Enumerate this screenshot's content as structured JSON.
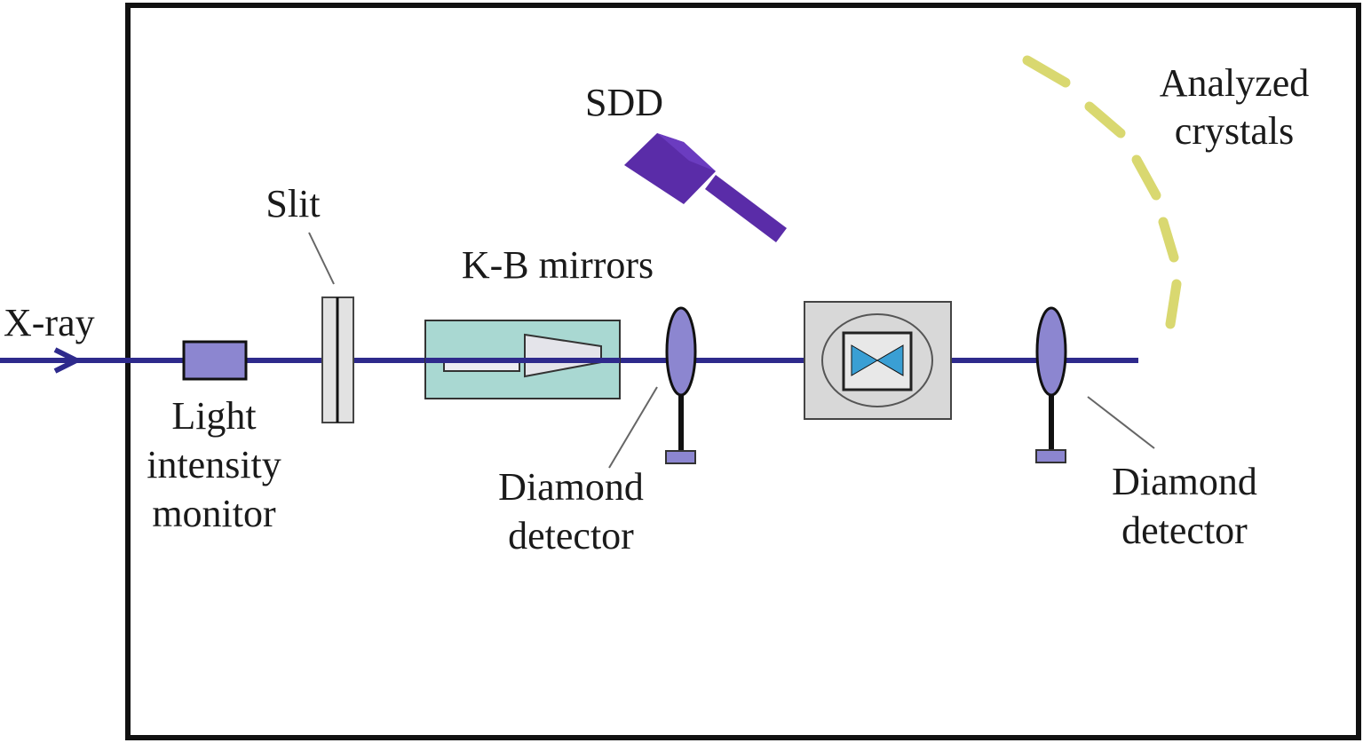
{
  "colors": {
    "beam": "#2e2a8c",
    "component_fill": "#8c86d0",
    "mirror_housing": "#a9d8d2",
    "sample_chamber": "#d8d8d8",
    "sdd": "#5a2ca8",
    "crystal": "#d9d870",
    "sample_icon": "#3a9fd4",
    "frame": "#111111"
  },
  "labels": {
    "xray": "X-ray",
    "light_monitor": [
      "Light",
      "intensity",
      "monitor"
    ],
    "slit": "Slit",
    "kb_mirrors": "K-B mirrors",
    "sdd": "SDD",
    "diamond_detector_1": [
      "Diamond",
      "detector"
    ],
    "diamond_detector_2": [
      "Diamond",
      "detector"
    ],
    "analyzed_crystals": [
      "Analyzed",
      "crystals"
    ]
  }
}
